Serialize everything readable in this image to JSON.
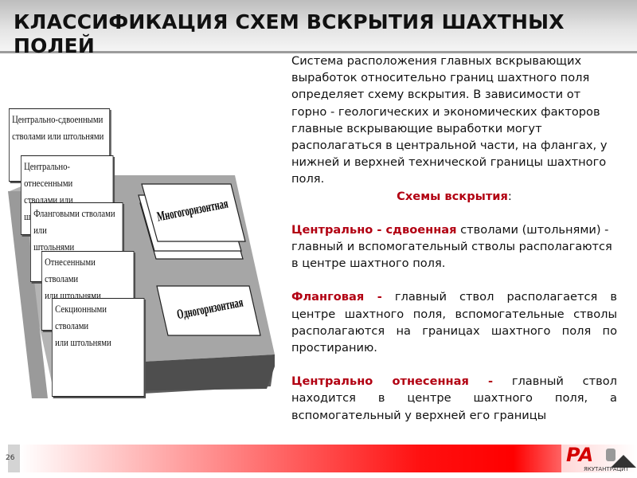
{
  "slide": {
    "title": "КЛАССИФИКАЦИЯ СХЕМ ВСКРЫТИЯ ШАХТНЫХ ПОЛЕЙ",
    "number": "26"
  },
  "diagram": {
    "cards": [
      {
        "line1": "Центрально-сдвоенными",
        "line2": "стволами или штольнями"
      },
      {
        "line1": "Центрально-отнесенными",
        "line2": "стволами или штольнями"
      },
      {
        "line1": "Фланговыми стволами или",
        "line2": "штольнями"
      },
      {
        "line1": "Отнесенными стволами",
        "line2": "или штольнями"
      },
      {
        "line1": "Секционными стволами",
        "line2": "или штольнями"
      }
    ],
    "multi_horizon_label": "Многогоризонтная",
    "single_horizon_label": "Одногоризонтная",
    "colors": {
      "platform_top": "#a8a8a8",
      "platform_front": "#5a5a5a",
      "platform_side": "#8a8a8a"
    }
  },
  "text": {
    "intro": "Система расположения главных вскрывающих выработок относительно границ шахтного поля определяет схему вскрытия. В зависимости от горно - геологических и экономических факторов главные вскрывающие выработки могут располагаться в центральной части, на флангах, у нижней и верхней технической границы шахтного поля.",
    "schemes_heading": "Схемы вскрытия",
    "schemes_colon": ":",
    "schemes": [
      {
        "term": "Центрально - сдвоенная",
        "desc": " стволами (штольнями) -  главный и вспомогательный  стволы располагаются в центре   шахтного поля."
      },
      {
        "term": "Фланговая  -",
        "desc": " главный ствол располагается в центре шахтного поля, вспомогательные стволы располагаются на границах шахтного поля по простиранию."
      },
      {
        "term": "Центрально отнесенная -",
        "desc": " главный ствол находится в центре шахтного поля, а вспомогательный у верхней его границы"
      }
    ],
    "accent_color": "#b20012"
  },
  "footer": {
    "logo_text": "РА",
    "logo_subtext": "ЯКУТАНТРАЦИТ"
  }
}
